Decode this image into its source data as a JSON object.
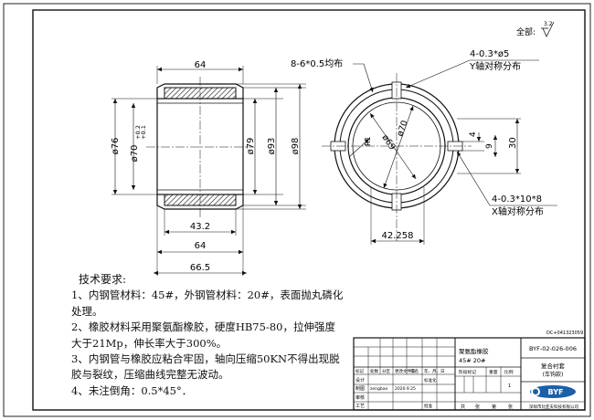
{
  "surface_mark": "全部:",
  "surface_roughness": "3.2",
  "left_view": {
    "dim_top_length": "64",
    "dim_outer_dia": "ø76",
    "dim_inner_dia": "ø70",
    "dim_inner_tol_upper": "+0.2",
    "dim_inner_tol_lower": "+0.1",
    "dim_d79": "ø79",
    "dim_d93": "ø93",
    "dim_d98": "ø98",
    "dim_43": "43.2",
    "dim_64_bottom": "64",
    "dim_66": "66.5"
  },
  "right_view": {
    "note_groove": "8-6*0.5均布",
    "note_holes_y_1": "4-0.3*ø5",
    "note_holes_y_2": "Y轴对称分布",
    "note_slots_x_1": "4-0.3*10*8",
    "note_slots_x_2": "X轴对称分布",
    "dim_r1": "R1",
    "dim_d69": "ø69",
    "dim_d70": "ø70",
    "dim_4": "4",
    "dim_9": "9",
    "dim_30": "30",
    "dim_42": "42.258"
  },
  "requirements": {
    "title": "技术要求:",
    "items": [
      "1、内钢管材料：45#，外钢管材料：20#，表面抛丸磷化处理。",
      "2、橡胶材料采用聚氨酯橡胶，硬度HB75-80，拉伸强度大于21Mp，伸长率大于300%。",
      "3、内钢管与橡胶应粘合牢固，轴向压缩50KN不得出现脱胶与裂纹，压缩曲线完整无波动。",
      "4、未注倒角：0.5*45°．"
    ]
  },
  "title_block": {
    "code_top": "DC+041323059",
    "material": "聚氨酯橡胶",
    "steel": "45# 20#",
    "drawing_no": "BYF-02-026-006",
    "part_name": "复合衬套",
    "part_sub": "(车钩款)",
    "company": "深圳市比亚夫科技有限公司",
    "logo": "BYF",
    "row_labels": [
      "标记",
      "处数",
      "分区",
      "更改文件号",
      "签名",
      "年、月、日"
    ],
    "design": "设计",
    "standardize": "标准化",
    "draw": "制图",
    "drafter": "zengbao",
    "date": "2020.9.25",
    "review": "审核",
    "process": "工艺",
    "approve": "批准",
    "stage": "阶段标记",
    "weight": "重量",
    "scale": "比例",
    "sheets": "共",
    "sheet_of": "张",
    "sheet": "第",
    "zhang": "张",
    "one": "1"
  }
}
